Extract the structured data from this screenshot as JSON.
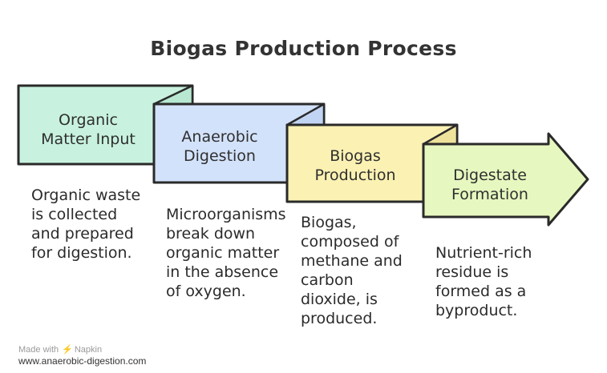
{
  "title": "Biogas Production Process",
  "steps": [
    {
      "label_line1": "Organic",
      "label_line2": "Matter Input",
      "desc": [
        "Organic waste",
        "is collected",
        "and prepared",
        "for digestion."
      ],
      "color": "#c8f2df"
    },
    {
      "label_line1": "Anaerobic",
      "label_line2": "Digestion",
      "desc": [
        "Microorganisms",
        "break down",
        "organic matter",
        "in the absence",
        "of oxygen."
      ],
      "color": "#d3e2fb"
    },
    {
      "label_line1": "Biogas",
      "label_line2": "Production",
      "desc": [
        "Biogas,",
        "composed of",
        "methane and",
        "carbon",
        "dioxide, is",
        "produced."
      ],
      "color": "#fbf1b3"
    },
    {
      "label_line1": "Digestate",
      "label_line2": "Formation",
      "desc": [
        "Nutrient-rich",
        "residue is",
        "formed as a",
        "byproduct."
      ],
      "color": "#e6f8bf"
    }
  ],
  "footer": {
    "made_with": "Made with",
    "brand": "Napkin",
    "url": "www.anaerobic-digestion.com"
  }
}
